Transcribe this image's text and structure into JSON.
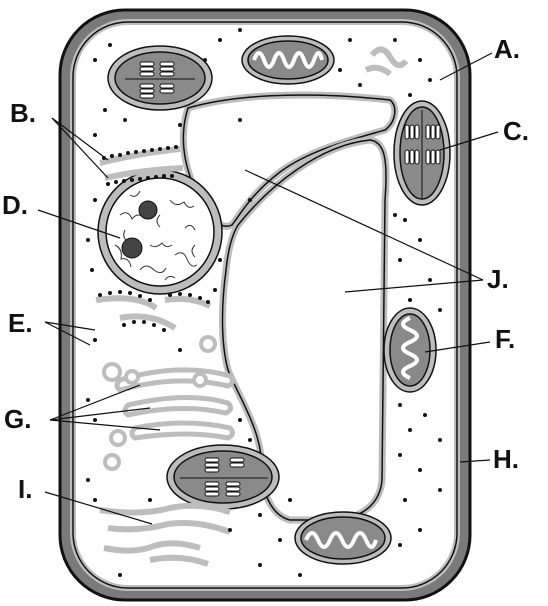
{
  "labels": {
    "A": "A.",
    "B": "B.",
    "C": "C.",
    "D": "D.",
    "E": "E.",
    "F": "F.",
    "G": "G.",
    "H": "H.",
    "I": "I.",
    "J": "J."
  },
  "colors": {
    "cell_wall": "#7a7a7a",
    "organelle_fill": "#8a8a8a",
    "membrane": "#bdbdbd",
    "ink": "#111111"
  }
}
